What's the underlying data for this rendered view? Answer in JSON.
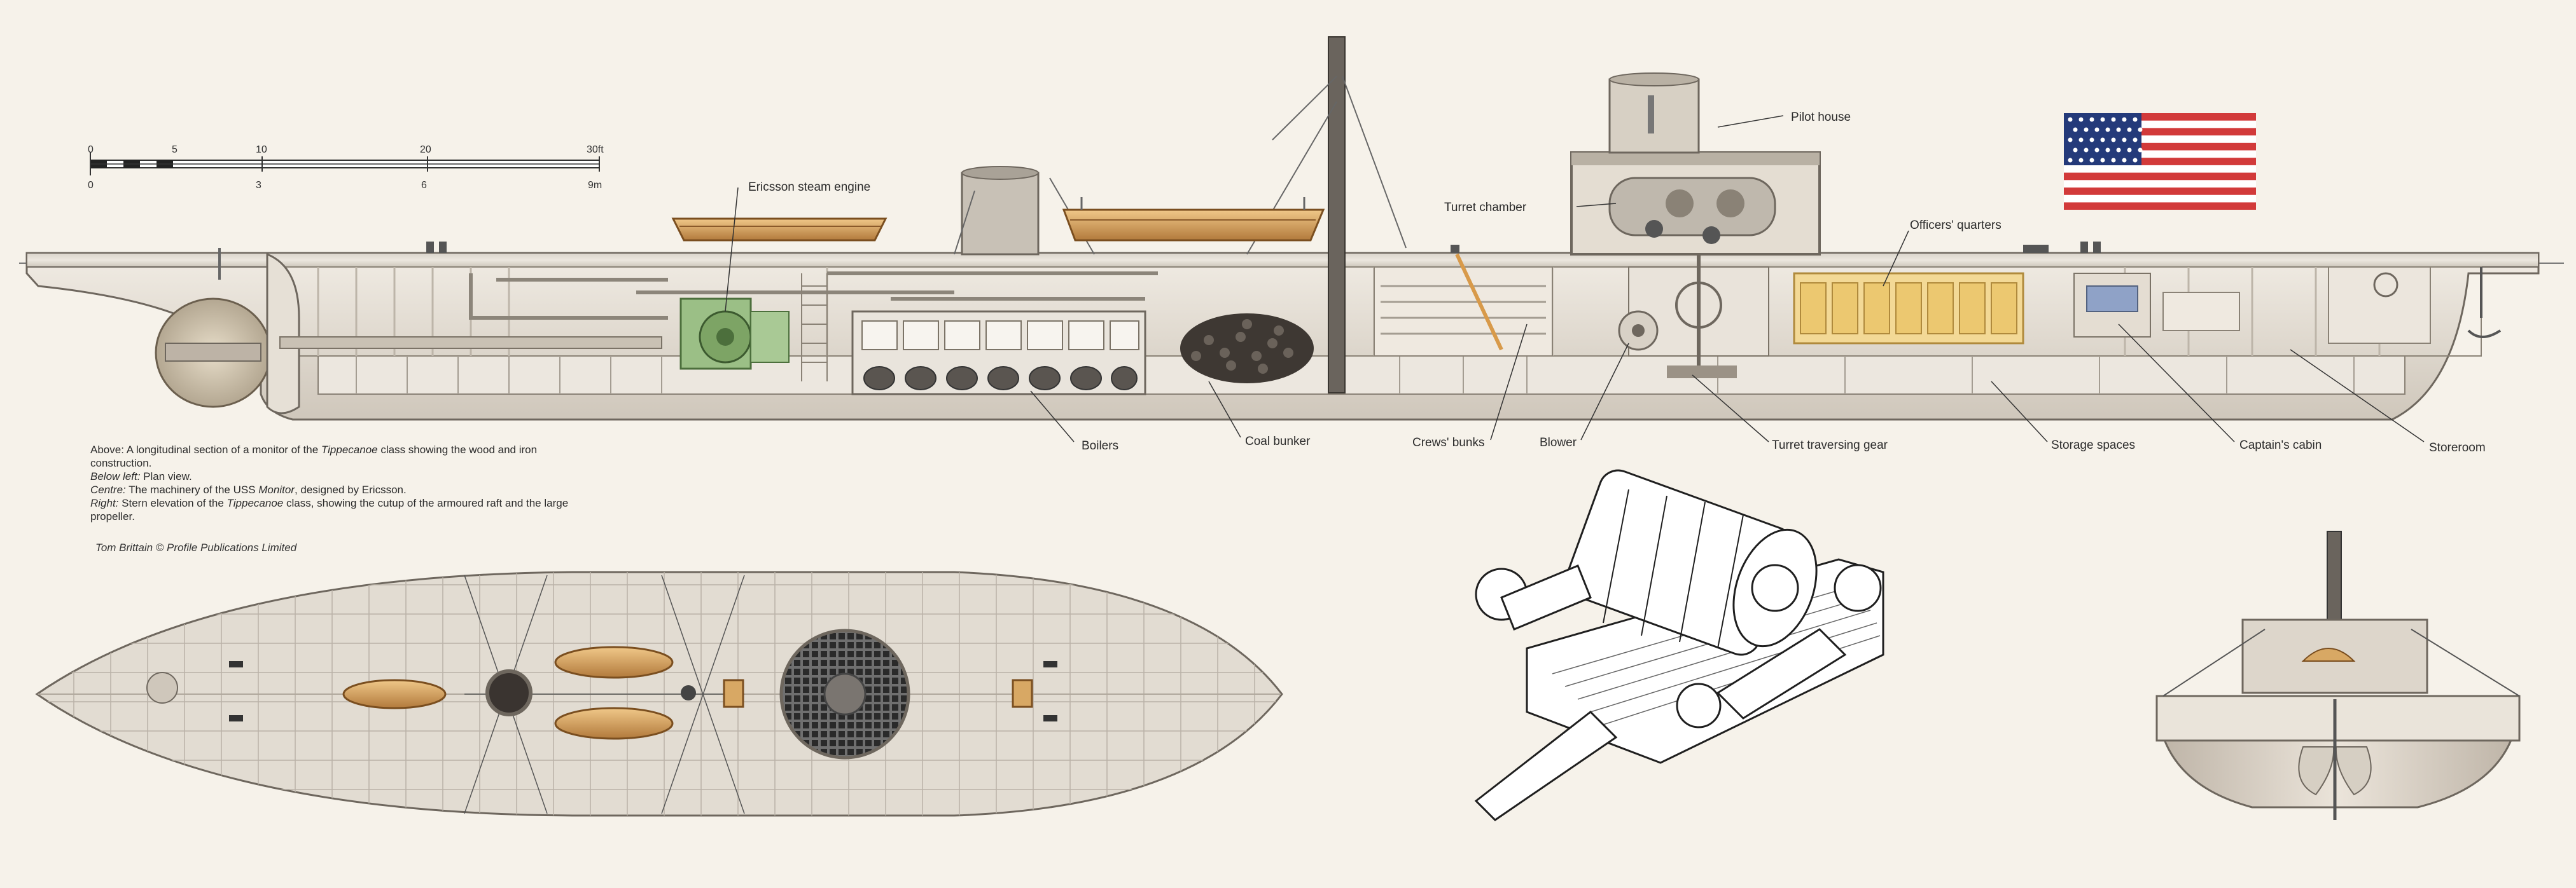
{
  "labels": {
    "pilot_house": "Pilot house",
    "ericsson_engine": "Ericsson steam engine",
    "turret_chamber": "Turret chamber",
    "officers_quarters": "Officers' quarters",
    "boilers": "Boilers",
    "coal_bunker": "Coal bunker",
    "crews_bunks": "Crews' bunks",
    "blower": "Blower",
    "turret_gear": "Turret traversing gear",
    "storage": "Storage spaces",
    "captains_cabin": "Captain's cabin",
    "storeroom": "Storeroom"
  },
  "scale": {
    "feet": [
      "0",
      "5",
      "10",
      "20",
      "30ft"
    ],
    "metres": [
      "0",
      "3",
      "6",
      "9m"
    ]
  },
  "caption": {
    "above_head": "Above:",
    "above_text_1": " A longitudinal section of a monitor of the ",
    "above_class": "Tippecanoe",
    "above_text_2": " class showing the wood and iron construction.",
    "below_left_head": "Below left:",
    "below_left_text": " Plan view.",
    "centre_head": "Centre:",
    "centre_text_1": " The machinery of the USS ",
    "centre_ship": "Monitor",
    "centre_text_2": ", designed by Ericsson.",
    "right_head": "Right:",
    "right_text_1": " Stern elevation of the ",
    "right_class": "Tippecanoe",
    "right_text_2": " class, showing the cutup of the armoured raft and the large propeller."
  },
  "credit": "Tom Brittain  ©  Profile Publications Limited",
  "colors": {
    "background": "#f6f2ea",
    "hull": "#e6e0d6",
    "wood": "#d8a864",
    "flag_red": "#d23a3a",
    "flag_blue": "#243a7a"
  },
  "icons": [
    "us-flag-icon",
    "scale-bar"
  ]
}
